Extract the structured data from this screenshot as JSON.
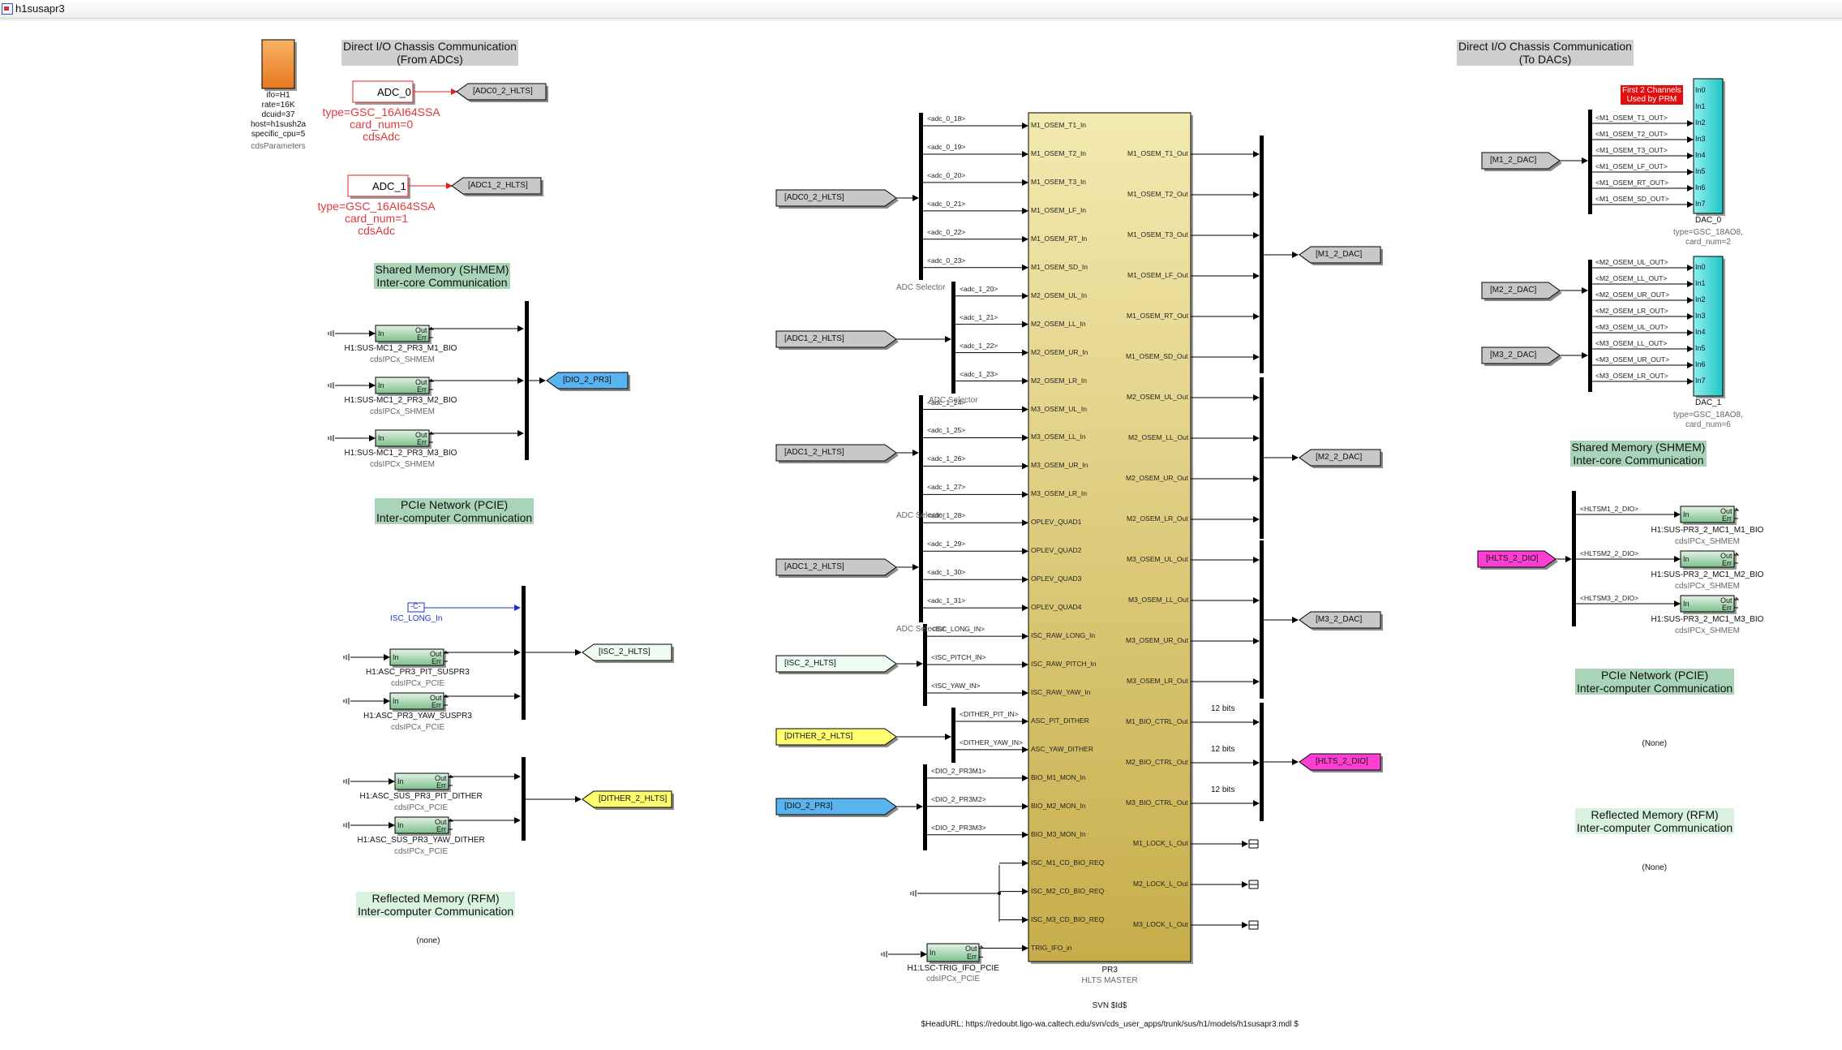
{
  "window": {
    "title": "h1susapr3"
  },
  "cds_params": {
    "lines": [
      "ifo=H1",
      "rate=16K",
      "dcuid=37",
      "host=h1sush2a",
      "specific_cpu=5"
    ],
    "caption": "cdsParameters"
  },
  "headers": {
    "dio_from_adcs": [
      "Direct I/O Chassis Communication",
      "(From ADCs)"
    ],
    "dio_to_dacs": [
      "Direct I/O Chassis Communication",
      "(To DACs)"
    ],
    "shmem_left": [
      "Shared Memory (SHMEM)",
      "Inter-core Communication"
    ],
    "pcie_left": [
      "PCIe Network (PCIE)",
      "Inter-computer Communication"
    ],
    "rfm_left": [
      "Reflected Memory (RFM)",
      "Inter-computer Communication"
    ],
    "shmem_right": [
      "Shared Memory (SHMEM)",
      "Inter-core Communication"
    ],
    "pcie_right": [
      "PCIe Network (PCIE)",
      "Inter-computer Communication"
    ],
    "rfm_right": [
      "Reflected Memory (RFM)",
      "Inter-computer Communication"
    ]
  },
  "adcs": [
    {
      "name": "ADC_0",
      "tag": "[ADC0_2_HLTS]",
      "info": [
        "type=GSC_16AI64SSA",
        "card_num=0",
        "cdsAdc"
      ]
    },
    {
      "name": "ADC_1",
      "tag": "[ADC1_2_HLTS]",
      "info": [
        "type=GSC_16AI64SSA",
        "card_num=1",
        "cdsAdc"
      ]
    }
  ],
  "shmem_left": {
    "blocks": [
      {
        "name": "H1:SUS-MC1_2_PR3_M1_BIO",
        "type": "cdsIPCx_SHMEM"
      },
      {
        "name": "H1:SUS-MC1_2_PR3_M2_BIO",
        "type": "cdsIPCx_SHMEM"
      },
      {
        "name": "H1:SUS-MC1_2_PR3_M3_BIO",
        "type": "cdsIPCx_SHMEM"
      }
    ],
    "goto": "[DIO_2_PR3]"
  },
  "pcie_left": {
    "const": {
      "value": "-C-",
      "name": "ISC_LONG_In"
    },
    "blocks": [
      {
        "name": "H1:ASC_PR3_PIT_SUSPR3",
        "type": "cdsIPCx_PCIE"
      },
      {
        "name": "H1:ASC_PR3_YAW_SUSPR3",
        "type": "cdsIPCx_PCIE"
      }
    ],
    "goto": "[ISC_2_HLTS]",
    "dither_blocks": [
      {
        "name": "H1:ASC_SUS_PR3_PIT_DITHER",
        "type": "cdsIPCx_PCIE"
      },
      {
        "name": "H1:ASC_SUS_PR3_YAW_DITHER",
        "type": "cdsIPCx_PCIE"
      }
    ],
    "dither_goto": "[DITHER_2_HLTS]"
  },
  "rfm_left_note": "(none)",
  "block_port_labels": {
    "in": "In",
    "out": "Out",
    "err": "Err"
  },
  "center": {
    "froms": [
      "[ADC0_2_HLTS]",
      "[ADC1_2_HLTS]",
      "[ADC1_2_HLTS]",
      "[ADC1_2_HLTS]",
      "[ISC_2_HLTS]",
      "[DITHER_2_HLTS]",
      "[DIO_2_PR3]"
    ],
    "adc_selector": "ADC Selector",
    "selector_signals": [
      "<adc_0_18>",
      "<adc_0_19>",
      "<adc_0_20>",
      "<adc_0_21>",
      "<adc_0_22>",
      "<adc_0_23>",
      "<adc_1_20>",
      "<adc_1_21>",
      "<adc_1_22>",
      "<adc_1_23>",
      "<adc_1_24>",
      "<adc_1_25>",
      "<adc_1_26>",
      "<adc_1_27>",
      "<adc_1_28>",
      "<adc_1_29>",
      "<adc_1_30>",
      "<adc_1_31>",
      "<ISC_LONG_IN>",
      "<ISC_PITCH_IN>",
      "<ISC_YAW_IN>",
      "<DITHER_PIT_IN>",
      "<DITHER_YAW_IN>",
      "<DIO_2_PR3M1>",
      "<DIO_2_PR3M2>",
      "<DIO_2_PR3M3>"
    ],
    "master_inputs": [
      "M1_OSEM_T1_In",
      "M1_OSEM_T2_In",
      "M1_OSEM_T3_In",
      "M1_OSEM_LF_In",
      "M1_OSEM_RT_In",
      "M1_OSEM_SD_In",
      "M2_OSEM_UL_In",
      "M2_OSEM_LL_In",
      "M2_OSEM_UR_In",
      "M2_OSEM_LR_In",
      "M3_OSEM_UL_In",
      "M3_OSEM_LL_In",
      "M3_OSEM_UR_In",
      "M3_OSEM_LR_In",
      "OPLEV_QUAD1",
      "OPLEV_QUAD2",
      "OPLEV_QUAD3",
      "OPLEV_QUAD4",
      "ISC_RAW_LONG_In",
      "ISC_RAW_PITCH_In",
      "ISC_RAW_YAW_In",
      "ASC_PIT_DITHER",
      "ASC_YAW_DITHER",
      "BIO_M1_MON_In",
      "BIO_M2_MON_In",
      "BIO_M3_MON_In",
      "ISC_M1_CD_BIO_REQ",
      "ISC_M2_CD_BIO_REQ",
      "ISC_M3_CD_BIO_REQ",
      "TRIG_IFO_in"
    ],
    "master_outputs": [
      "M1_OSEM_T1_Out",
      "M1_OSEM_T2_Out",
      "M1_OSEM_T3_Out",
      "M1_OSEM_LF_Out",
      "M1_OSEM_RT_Out",
      "M1_OSEM_SD_Out",
      "M2_OSEM_UL_Out",
      "M2_OSEM_LL_Out",
      "M2_OSEM_UR_Out",
      "M2_OSEM_LR_Out",
      "M3_OSEM_UL_Out",
      "M3_OSEM_LL_Out",
      "M3_OSEM_UR_Out",
      "M3_OSEM_LR_Out",
      "M1_BIO_CTRL_Out",
      "M2_BIO_CTRL_Out",
      "M3_BIO_CTRL_Out",
      "M1_LOCK_L_Out",
      "M2_LOCK_L_Out",
      "M3_LOCK_L_Out"
    ],
    "bits_label": "12 bits",
    "master_name": "PR3",
    "master_caption": "HLTS MASTER",
    "gotos": [
      "[M1_2_DAC]",
      "[M2_2_DAC]",
      "[M3_2_DAC]",
      "[HLTS_2_DIO]"
    ],
    "trig_block": {
      "name": "H1:LSC-TRIG_IFO_PCIE",
      "type": "cdsIPCx_PCIE"
    },
    "svn": "SVN $Id$",
    "headurl": "$HeadURL: https://redoubt.ligo-wa.caltech.edu/svn/cds_user_apps/trunk/sus/h1/models/h1susapr3.mdl $"
  },
  "dacs": [
    {
      "from": "[M1_2_DAC]",
      "signals": [
        "<M1_OSEM_T1_OUT>",
        "<M1_OSEM_T2_OUT>",
        "<M1_OSEM_T3_OUT>",
        "<M1_OSEM_LF_OUT>",
        "<M1_OSEM_RT_OUT>",
        "<M1_OSEM_SD_OUT>"
      ],
      "note": [
        "First 2 Channels",
        "Used by PRM"
      ],
      "name": "DAC_0",
      "info": [
        "type=GSC_18AO8,",
        "card_num=2"
      ]
    },
    {
      "from2": [
        "[M2_2_DAC]",
        "[M3_2_DAC]"
      ],
      "signals": [
        "<M2_OSEM_UL_OUT>",
        "<M2_OSEM_LL_OUT>",
        "<M2_OSEM_UR_OUT>",
        "<M2_OSEM_LR_OUT>",
        "<M3_OSEM_UL_OUT>",
        "<M3_OSEM_LL_OUT>",
        "<M3_OSEM_UR_OUT>",
        "<M3_OSEM_LR_OUT>"
      ],
      "name": "DAC_1",
      "info": [
        "type=GSC_18AO8,",
        "card_num=6"
      ]
    }
  ],
  "dac_ports": [
    "In0",
    "In1",
    "In2",
    "In3",
    "In4",
    "In5",
    "In6",
    "In7"
  ],
  "shmem_right": {
    "from": "[HLTS_2_DIO]",
    "signals": [
      "<HLTSM1_2_DIO>",
      "<HLTSM2_2_DIO>",
      "<HLTSM3_2_DIO>"
    ],
    "blocks": [
      {
        "name": "H1:SUS-PR3_2_MC1_M1_BIO",
        "type": "cdsIPCx_SHMEM"
      },
      {
        "name": "H1:SUS-PR3_2_MC1_M2_BIO",
        "type": "cdsIPCx_SHMEM"
      },
      {
        "name": "H1:SUS-PR3_2_MC1_M3_BIO",
        "type": "cdsIPCx_SHMEM"
      }
    ]
  },
  "pcie_right_note": "(None)",
  "rfm_right_note": "(None)",
  "colors": {
    "gray_tag": "#c8c8c8",
    "blue_tag": "#5ab4ef",
    "yellow_tag": "#ffff70",
    "white_tag": "#eefcf2",
    "magenta_tag": "#ff3fd3",
    "master_top": "#f1e6a6",
    "master_bottom": "#c9b04e",
    "dac_cyan": "#36d8d8",
    "adc_orange": "#f39a3d",
    "adc_red_text": "#e0393e"
  }
}
